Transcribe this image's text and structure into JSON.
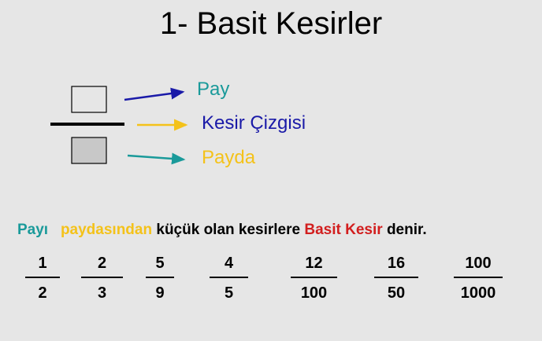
{
  "title": "1- Basit Kesirler",
  "diagram": {
    "labels": {
      "pay": "Pay",
      "cizgi": "Kesir Çizgisi",
      "payda": "Payda"
    },
    "colors": {
      "pay": "#1a9a9a",
      "cizgi": "#1a1aa8",
      "payda": "#f4c21a",
      "box_top": "#e6e6e6",
      "box_bottom": "#c8c8c8"
    }
  },
  "sentence": {
    "part1": "Payı",
    "part2": "paydasından",
    "part3": "küçük olan kesirlere",
    "part4": "Basit Kesir",
    "part5": "denir.",
    "colors": {
      "part1": "#1a9a9a",
      "part2": "#f4c21a",
      "part4": "#d21e1e"
    }
  },
  "fractions": [
    {
      "num": "1",
      "den": "2"
    },
    {
      "num": "2",
      "den": "3"
    },
    {
      "num": "5",
      "den": "9"
    },
    {
      "num": "4",
      "den": "5"
    },
    {
      "num": "12",
      "den": "100"
    },
    {
      "num": "16",
      "den": "50"
    },
    {
      "num": "100",
      "den": "1000"
    }
  ]
}
